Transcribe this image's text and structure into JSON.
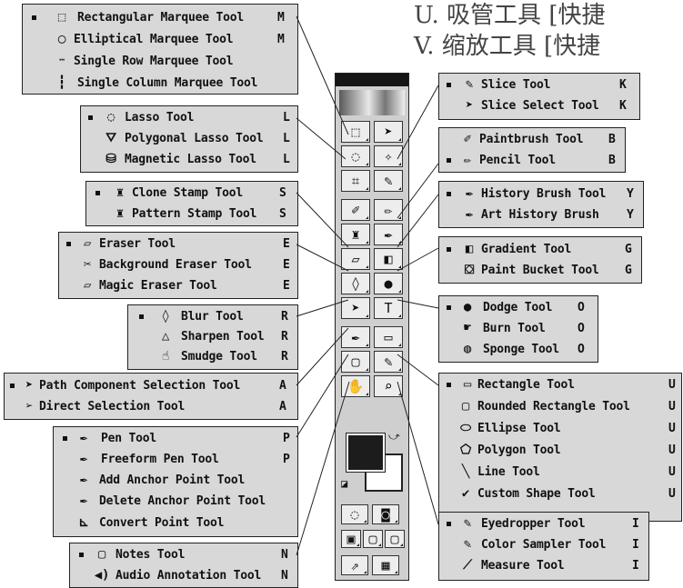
{
  "header": {
    "line_u": "U.  吸管工具  [快捷",
    "line_v": "V.  缩放工具  [快捷"
  },
  "groups": {
    "marquee": [
      {
        "label": "Rectangular Marquee Tool",
        "shortcut": "M",
        "icon": "rect-marquee-icon",
        "active": true
      },
      {
        "label": "Elliptical Marquee Tool",
        "shortcut": "M",
        "icon": "ellipse-marquee-icon",
        "active": false
      },
      {
        "label": "Single Row Marquee Tool",
        "shortcut": "",
        "icon": "row-marquee-icon",
        "active": false
      },
      {
        "label": "Single Column Marquee Tool",
        "shortcut": "",
        "icon": "column-marquee-icon",
        "active": false
      }
    ],
    "lasso": [
      {
        "label": "Lasso Tool",
        "shortcut": "L",
        "icon": "lasso-icon",
        "active": true
      },
      {
        "label": "Polygonal Lasso Tool",
        "shortcut": "L",
        "icon": "polygonal-lasso-icon",
        "active": false
      },
      {
        "label": "Magnetic Lasso Tool",
        "shortcut": "L",
        "icon": "magnetic-lasso-icon",
        "active": false
      }
    ],
    "stamp": [
      {
        "label": "Clone Stamp Tool",
        "shortcut": "S",
        "icon": "clone-stamp-icon",
        "active": true
      },
      {
        "label": "Pattern Stamp Tool",
        "shortcut": "S",
        "icon": "pattern-stamp-icon",
        "active": false
      }
    ],
    "eraser": [
      {
        "label": "Eraser Tool",
        "shortcut": "E",
        "icon": "eraser-icon",
        "active": true
      },
      {
        "label": "Background Eraser Tool",
        "shortcut": "E",
        "icon": "background-eraser-icon",
        "active": false
      },
      {
        "label": "Magic Eraser Tool",
        "shortcut": "E",
        "icon": "magic-eraser-icon",
        "active": false
      }
    ],
    "blur": [
      {
        "label": "Blur Tool",
        "shortcut": "R",
        "icon": "blur-icon",
        "active": true
      },
      {
        "label": "Sharpen Tool",
        "shortcut": "R",
        "icon": "sharpen-icon",
        "active": false
      },
      {
        "label": "Smudge Tool",
        "shortcut": "R",
        "icon": "smudge-icon",
        "active": false
      }
    ],
    "path_select": [
      {
        "label": "Path Component Selection Tool",
        "shortcut": "A",
        "icon": "path-select-arrow-icon",
        "active": true
      },
      {
        "label": "Direct Selection Tool",
        "shortcut": "A",
        "icon": "direct-select-arrow-icon",
        "active": false
      }
    ],
    "pen": [
      {
        "label": "Pen Tool",
        "shortcut": "P",
        "icon": "pen-icon",
        "active": true
      },
      {
        "label": "Freeform Pen Tool",
        "shortcut": "P",
        "icon": "freeform-pen-icon",
        "active": false
      },
      {
        "label": "Add Anchor Point Tool",
        "shortcut": "",
        "icon": "add-anchor-icon",
        "active": false
      },
      {
        "label": "Delete Anchor Point Tool",
        "shortcut": "",
        "icon": "delete-anchor-icon",
        "active": false
      },
      {
        "label": "Convert Point Tool",
        "shortcut": "",
        "icon": "convert-point-icon",
        "active": false
      }
    ],
    "notes": [
      {
        "label": "Notes Tool",
        "shortcut": "N",
        "icon": "notes-icon",
        "active": true
      },
      {
        "label": "Audio Annotation Tool",
        "shortcut": "N",
        "icon": "audio-annotation-icon",
        "active": false
      }
    ],
    "slice": [
      {
        "label": "Slice Tool",
        "shortcut": "K",
        "icon": "slice-icon",
        "active": true
      },
      {
        "label": "Slice Select Tool",
        "shortcut": "K",
        "icon": "slice-select-icon",
        "active": false
      }
    ],
    "brush": [
      {
        "label": "Paintbrush Tool",
        "shortcut": "B",
        "icon": "paintbrush-icon",
        "active": false
      },
      {
        "label": "Pencil Tool",
        "shortcut": "B",
        "icon": "pencil-icon",
        "active": true
      }
    ],
    "history": [
      {
        "label": "History Brush Tool",
        "shortcut": "Y",
        "icon": "history-brush-icon",
        "active": true
      },
      {
        "label": "Art History Brush",
        "shortcut": "Y",
        "icon": "art-history-brush-icon",
        "active": false
      }
    ],
    "gradient": [
      {
        "label": "Gradient Tool",
        "shortcut": "G",
        "icon": "gradient-icon",
        "active": true
      },
      {
        "label": "Paint Bucket Tool",
        "shortcut": "G",
        "icon": "paint-bucket-icon",
        "active": false
      }
    ],
    "dodge": [
      {
        "label": "Dodge Tool",
        "shortcut": "O",
        "icon": "dodge-icon",
        "active": true
      },
      {
        "label": "Burn Tool",
        "shortcut": "O",
        "icon": "burn-icon",
        "active": false
      },
      {
        "label": "Sponge Tool",
        "shortcut": "O",
        "icon": "sponge-icon",
        "active": false
      }
    ],
    "shape": [
      {
        "label": "Rectangle Tool",
        "shortcut": "U",
        "icon": "rectangle-shape-icon",
        "active": true
      },
      {
        "label": "Rounded Rectangle Tool",
        "shortcut": "U",
        "icon": "rounded-rectangle-icon",
        "active": false
      },
      {
        "label": "Ellipse Tool",
        "shortcut": "U",
        "icon": "ellipse-shape-icon",
        "active": false
      },
      {
        "label": "Polygon Tool",
        "shortcut": "U",
        "icon": "polygon-shape-icon",
        "active": false
      },
      {
        "label": "Line Tool",
        "shortcut": "U",
        "icon": "line-shape-icon",
        "active": false
      },
      {
        "label": "Custom Shape Tool",
        "shortcut": "U",
        "icon": "custom-shape-icon",
        "active": false
      }
    ],
    "eyedropper": [
      {
        "label": "Eyedropper Tool",
        "shortcut": "I",
        "icon": "eyedropper-icon",
        "active": true
      },
      {
        "label": "Color Sampler Tool",
        "shortcut": "I",
        "icon": "color-sampler-icon",
        "active": false
      },
      {
        "label": "Measure Tool",
        "shortcut": "I",
        "icon": "measure-icon",
        "active": false
      }
    ]
  },
  "toolbox": {
    "buttons": [
      {
        "icon": "marquee-tool-icon",
        "glyph": "⬚"
      },
      {
        "icon": "move-tool-icon",
        "glyph": "➤"
      },
      {
        "icon": "lasso-tool-icon",
        "glyph": "◌"
      },
      {
        "icon": "magic-wand-icon",
        "glyph": "✧"
      },
      {
        "icon": "crop-tool-icon",
        "glyph": "⌗"
      },
      {
        "icon": "slice-tool-icon",
        "glyph": "✎"
      },
      {
        "icon": "healing-brush-icon",
        "glyph": "✐"
      },
      {
        "icon": "brush-tool-icon",
        "glyph": "✏"
      },
      {
        "icon": "stamp-tool-icon",
        "glyph": "♜"
      },
      {
        "icon": "history-brush-tool-icon",
        "glyph": "✒"
      },
      {
        "icon": "eraser-tool-icon",
        "glyph": "▱"
      },
      {
        "icon": "gradient-tool-icon",
        "glyph": "◧"
      },
      {
        "icon": "blur-tool-icon",
        "glyph": "◊"
      },
      {
        "icon": "dodge-tool-icon",
        "glyph": "●"
      },
      {
        "icon": "path-selection-tool-icon",
        "glyph": "➤"
      },
      {
        "icon": "type-tool-icon",
        "glyph": "T"
      },
      {
        "icon": "pen-tool-icon",
        "glyph": "✒"
      },
      {
        "icon": "shape-tool-icon",
        "glyph": "▭"
      },
      {
        "icon": "notes-tool-icon",
        "glyph": "▢"
      },
      {
        "icon": "eyedropper-tool-icon",
        "glyph": "✎"
      },
      {
        "icon": "hand-tool-icon",
        "glyph": "✋"
      },
      {
        "icon": "zoom-tool-icon",
        "glyph": "⌕"
      },
      {
        "icon": "standard-mode-icon",
        "glyph": "◌"
      },
      {
        "icon": "quick-mask-icon",
        "glyph": "◙"
      },
      {
        "icon": "standard-screen-icon",
        "glyph": "▣"
      },
      {
        "icon": "full-screen-menu-icon",
        "glyph": "▢"
      },
      {
        "icon": "full-screen-icon",
        "glyph": "▢"
      },
      {
        "icon": "jump-to-imageready-icon",
        "glyph": "⇗"
      },
      {
        "icon": "imageready-icon",
        "glyph": "▦"
      }
    ],
    "foreground_color": "#1c1c1c",
    "background_color": "#ffffff"
  }
}
